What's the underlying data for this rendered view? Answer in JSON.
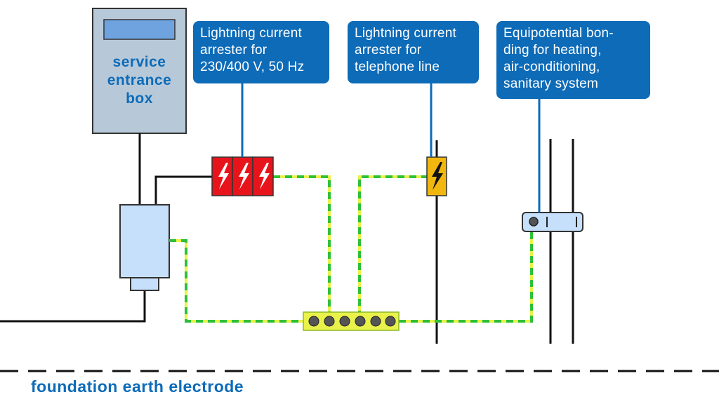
{
  "service_box": {
    "label_lines": [
      "service",
      "entrance",
      "box"
    ]
  },
  "callouts": {
    "power_arrester": "Lightning current\narrester for\n230/400 V, 50 Hz",
    "telephone_arrester": "Lightning current\narrester  for\ntelephone  line",
    "equipotential": "Equipotential bon-\nding for heating,\nair-conditioning,\nsanitary system"
  },
  "foundation_label": "foundation earth electrode",
  "colors": {
    "callout_bg": "#0d6bb8",
    "box_fill": "#b7c9d9",
    "meter_fill": "#c6e0fb",
    "arrester_red": "#e8141b",
    "arrester_yellow": "#f2b70f",
    "bar_yellow": "#e9f24a",
    "earth_green": "#2fbf3a",
    "wire_black": "#111111"
  },
  "icons": [
    "lightning-bolt-icon"
  ]
}
